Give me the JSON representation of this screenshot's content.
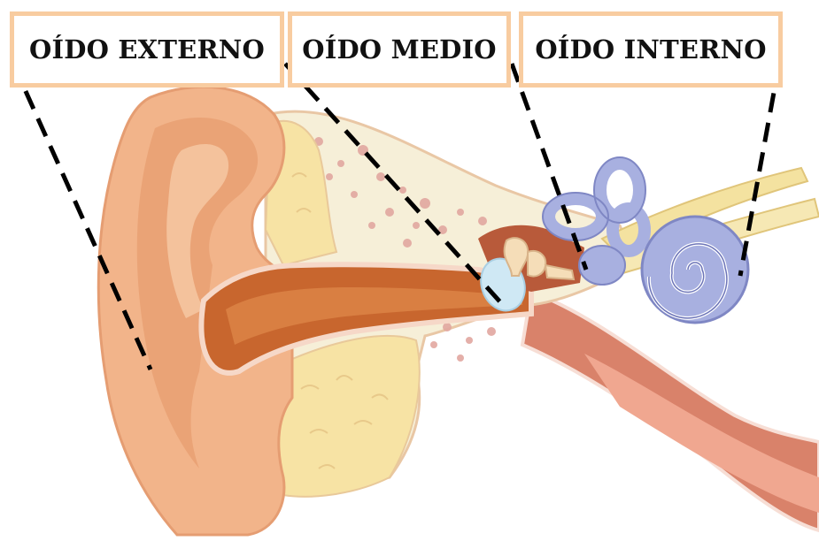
{
  "labels": {
    "outer": "OÍDO EXTERNO",
    "middle": "OÍDO MEDIO",
    "inner": "OÍDO INTERNO"
  },
  "colors": {
    "label_border": "#f8cca0",
    "skin": "#f2b48a",
    "skin_shadow": "#e39a6a",
    "canal": "#c8662e",
    "bone": "#f6efd8",
    "fat": "#f7e3a4",
    "labyrinth": "#a8b0e0",
    "nerve": "#f4e2a0",
    "eardrum": "#cfe8f4",
    "ossicles": "#f5ddb8",
    "tube": "#d9826a",
    "dashes": "#000000"
  }
}
